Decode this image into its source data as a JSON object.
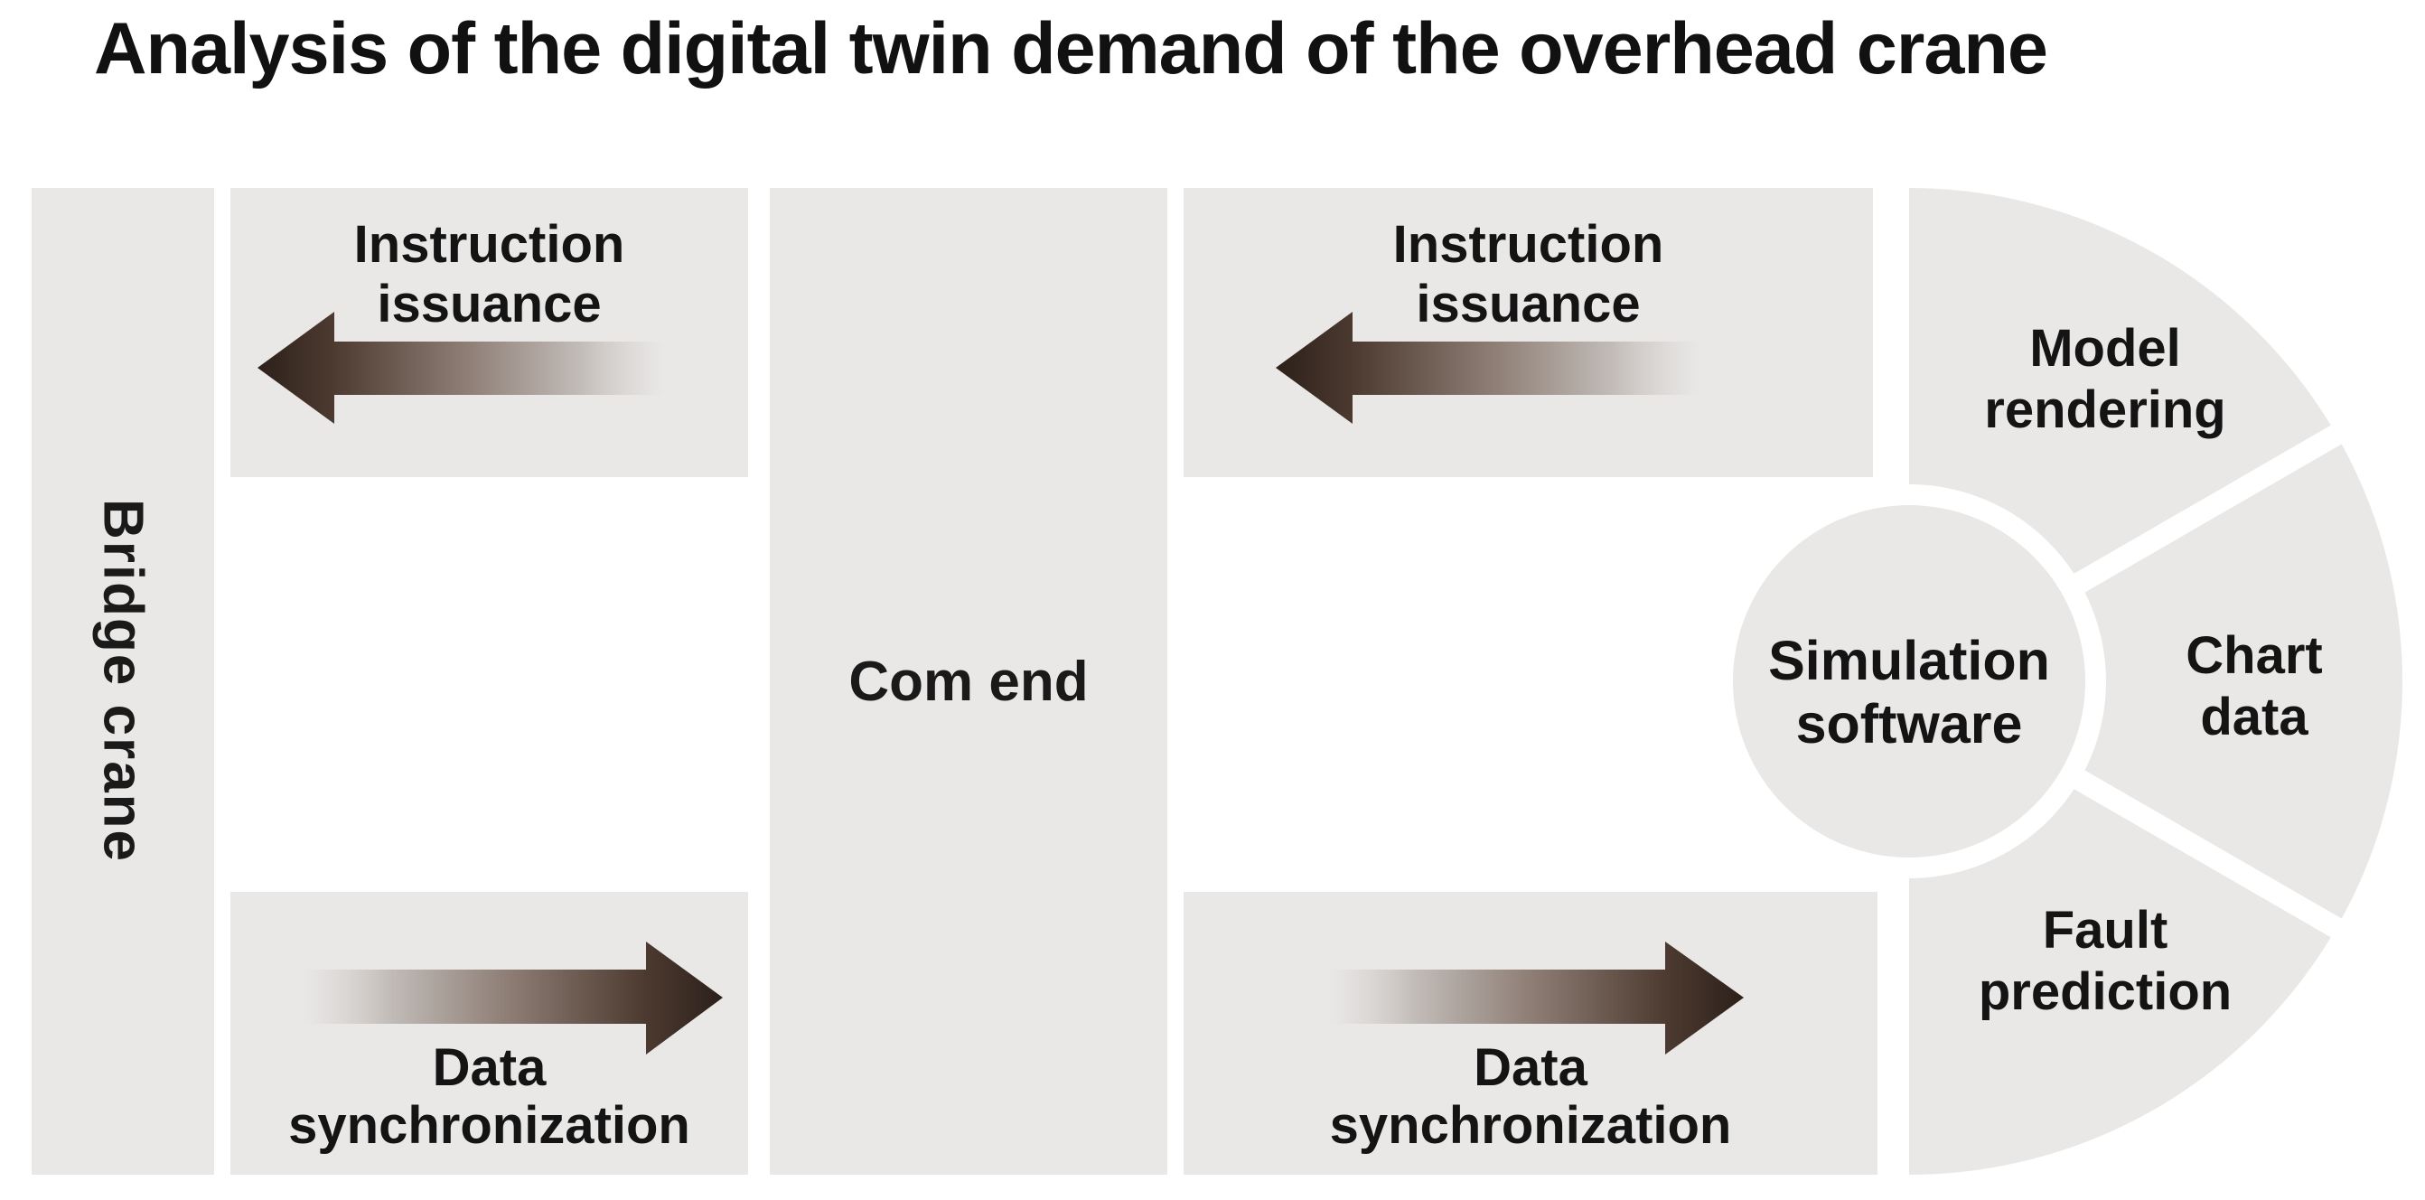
{
  "title": "Analysis of the digital twin demand of the overhead crane",
  "colors": {
    "panel_gray": "#e9e8e7",
    "text_black": "#161616",
    "arrow_dark_brown": "#33251f",
    "arrow_light_gray": "#d6d2d0",
    "background": "#ffffff"
  },
  "bridge_bar": {
    "label": "Bridge crane"
  },
  "com_bar": {
    "label": "Com end"
  },
  "flows": {
    "left": {
      "instruction": {
        "line1": "Instruction",
        "line2": "issuance"
      },
      "data": {
        "line1": "Data",
        "line2": "synchronization"
      }
    },
    "right": {
      "instruction": {
        "line1": "Instruction",
        "line2": "issuance"
      },
      "data": {
        "line1": "Data",
        "line2": "synchronization"
      }
    }
  },
  "hub": {
    "line1": "Simulation",
    "line2": "software"
  },
  "segments": [
    {
      "line1": "Model",
      "line2": "rendering"
    },
    {
      "line1": "Chart",
      "line2": "data"
    },
    {
      "line1": "Fault",
      "line2": "prediction"
    }
  ]
}
